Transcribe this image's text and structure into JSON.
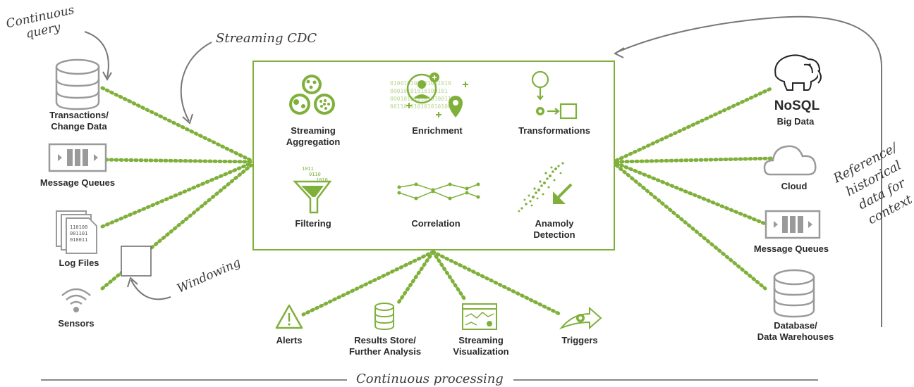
{
  "annotations": {
    "continuous_query_line1": "Continuous",
    "continuous_query_line2": "query",
    "streaming_cdc": "Streaming CDC",
    "windowing": "Windowing",
    "continuous_processing": "Continuous processing",
    "reference_lines": [
      "Reference/",
      "historical",
      "data for",
      "context"
    ]
  },
  "sources": {
    "transactions": "Transactions/\nChange Data",
    "message_queues": "Message Queues",
    "log_files": "Log Files",
    "sensors": "Sensors",
    "log_digits": [
      "110100",
      "001101",
      "010011"
    ]
  },
  "processing": {
    "streaming_aggregation": "Streaming\nAggregation",
    "enrichment": "Enrichment",
    "transformations": "Transformations",
    "filtering": "Filtering",
    "correlation": "Correlation",
    "anomaly_detection": "Anamoly\nDetection",
    "enrichment_bits": [
      "010010101001001010",
      "00010101010100101",
      "000101010101010011",
      "001101010101010100"
    ],
    "filter_bits": [
      "1011",
      "0110",
      "1010"
    ]
  },
  "outputs": {
    "alerts": "Alerts",
    "results_store": "Results Store/\nFurther Analysis",
    "streaming_visualization": "Streaming\nVisualization",
    "triggers": "Triggers"
  },
  "targets": {
    "nosql_title": "NoSQL",
    "nosql_sub": "Big Data",
    "cloud": "Cloud",
    "message_queues": "Message Queues",
    "database": "Database/\nData Warehouses"
  },
  "colors": {
    "accent": "#7fb03a",
    "icon_gray": "#9a9a9a",
    "text": "#2b2b2b"
  }
}
